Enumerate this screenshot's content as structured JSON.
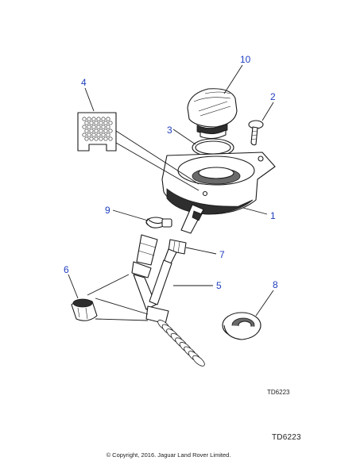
{
  "diagram": {
    "callouts": [
      {
        "id": "c1",
        "label": "1"
      },
      {
        "id": "c2",
        "label": "2"
      },
      {
        "id": "c3",
        "label": "3"
      },
      {
        "id": "c4",
        "label": "4"
      },
      {
        "id": "c5",
        "label": "5"
      },
      {
        "id": "c6",
        "label": "6"
      },
      {
        "id": "c7",
        "label": "7"
      },
      {
        "id": "c8",
        "label": "8"
      },
      {
        "id": "c9",
        "label": "9"
      },
      {
        "id": "c10",
        "label": "10"
      }
    ],
    "reference_inner": "TD6223"
  },
  "footer": {
    "reference_code": "TD6223",
    "copyright": "© Copyright, 2016. Jaguar Land Rover Limited."
  },
  "colors": {
    "callout_blue": "#1f3fbf",
    "line_black": "#1a1a1a"
  }
}
